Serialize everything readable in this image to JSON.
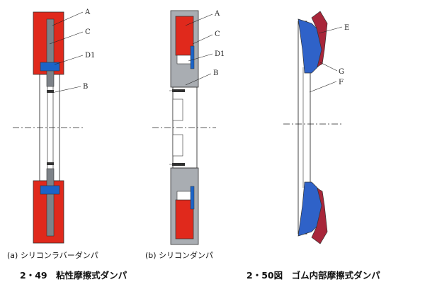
{
  "colors": {
    "silicone": "#e0291c",
    "hub": "#ffffff",
    "ring": "#1b64c8",
    "shaft": "#7d8288",
    "housing": "#a9adb2",
    "rubber": "#2f62c8",
    "mass": "#a8263a",
    "line": "#222222"
  },
  "diagram_a": {
    "labels": {
      "a": "A",
      "c": "C",
      "d": "D1",
      "b": "B"
    }
  },
  "diagram_b": {
    "labels": {
      "a": "A",
      "c": "C",
      "d": "D1",
      "b": "B"
    }
  },
  "diagram_c": {
    "labels": {
      "e": "E",
      "g": "G",
      "f": "F"
    }
  },
  "captions": {
    "sub_a": "(a) シリコンラバーダンパ",
    "sub_b": "(b) シリコンダンパ",
    "fig_249": "2・49　粘性摩擦式ダンパ",
    "fig_250": "2・50図　ゴム内部摩擦式ダンパ"
  }
}
